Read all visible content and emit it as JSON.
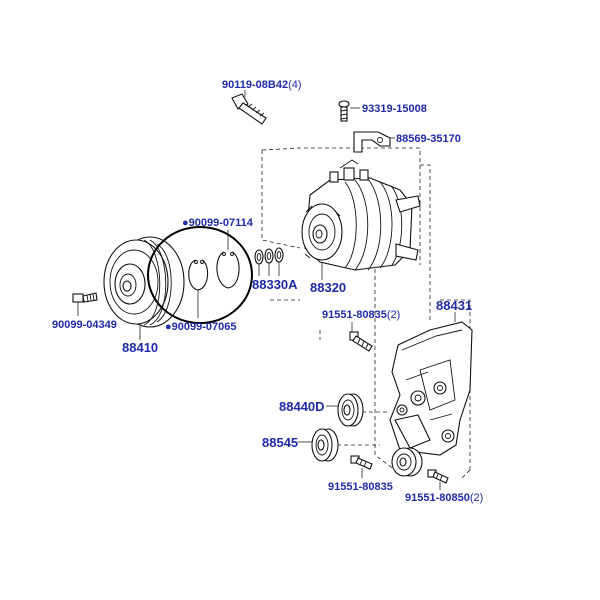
{
  "diagram": {
    "colors": {
      "label": "#1e2aa8",
      "line": "#111111",
      "background": "#ffffff"
    },
    "labels": {
      "bolt_top": {
        "code": "90119-08B42",
        "qty": "(4)"
      },
      "screw_top": {
        "code": "93319-15008"
      },
      "bracket_small": {
        "code": "88569-35170"
      },
      "snap_ring_upper": {
        "code": "90099-07114",
        "marker": "●"
      },
      "shim_set": {
        "code": "88330A"
      },
      "compressor": {
        "code": "88320"
      },
      "bracket_main": {
        "code": "88431"
      },
      "bolt_left": {
        "code": "90099-04349"
      },
      "snap_ring_lower": {
        "code": "90099-07065",
        "marker": "●"
      },
      "clutch_pulley": {
        "code": "88410"
      },
      "bolt_mid": {
        "code": "91551-80835",
        "qty": "(2)"
      },
      "idler_pulley": {
        "code": "88440D"
      },
      "idler_pulley_2": {
        "code": "88545"
      },
      "bolt_bottom": {
        "code": "91551-80835"
      },
      "bolt_bottom_right": {
        "code": "91551-80850",
        "qty": "(2)"
      }
    }
  }
}
